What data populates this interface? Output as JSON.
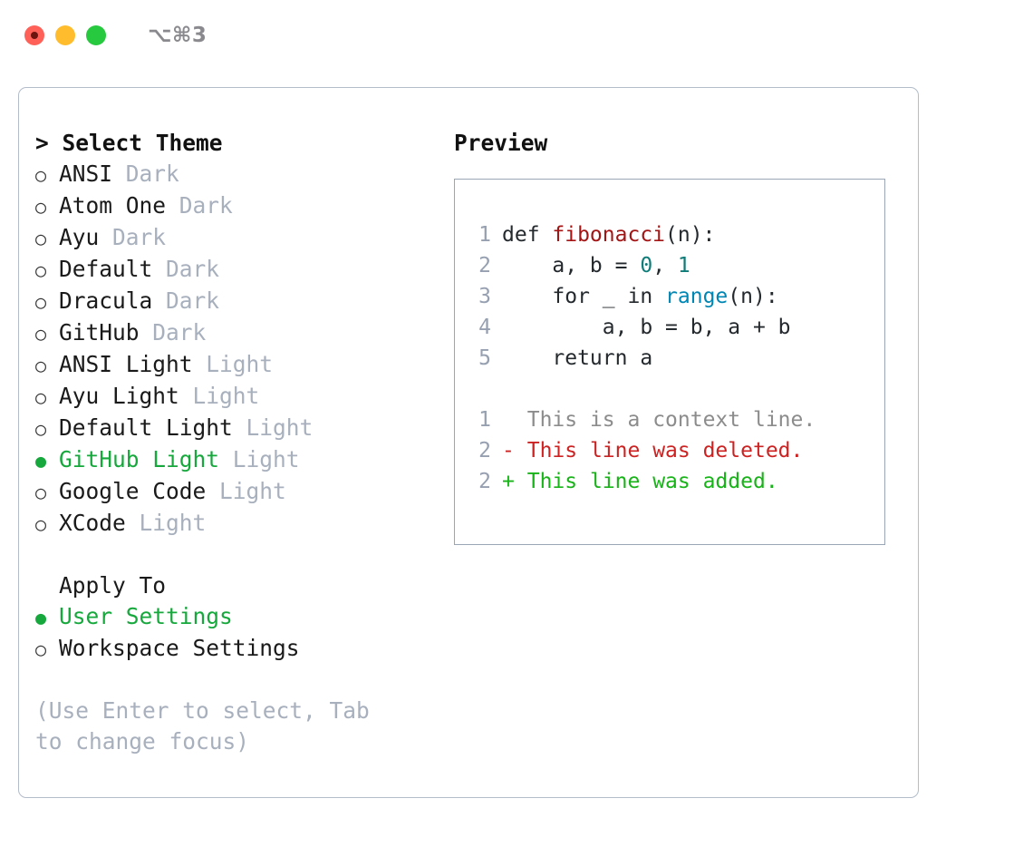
{
  "window": {
    "title": "⌥⌘3",
    "traffic_lights": [
      {
        "name": "close",
        "color": "#FF6159"
      },
      {
        "name": "minimize",
        "color": "#FFBD2E"
      },
      {
        "name": "maximize",
        "color": "#27C93F"
      }
    ]
  },
  "theme_picker": {
    "header": "> Select Theme",
    "selected_bullet": "●",
    "unselected_bullet": "○",
    "accent_color": "#16A83C",
    "muted_color": "#a8b0bd",
    "options": [
      {
        "bullet": "○",
        "label": "ANSI",
        "variant": "Dark",
        "selected": false
      },
      {
        "bullet": "○",
        "label": "Atom One",
        "variant": "Dark",
        "selected": false
      },
      {
        "bullet": "○",
        "label": "Ayu",
        "variant": "Dark",
        "selected": false
      },
      {
        "bullet": "○",
        "label": "Default",
        "variant": "Dark",
        "selected": false
      },
      {
        "bullet": "○",
        "label": "Dracula",
        "variant": "Dark",
        "selected": false
      },
      {
        "bullet": "○",
        "label": "GitHub",
        "variant": "Dark",
        "selected": false
      },
      {
        "bullet": "○",
        "label": "ANSI Light",
        "variant": "Light",
        "selected": false
      },
      {
        "bullet": "○",
        "label": "Ayu Light",
        "variant": "Light",
        "selected": false
      },
      {
        "bullet": "○",
        "label": "Default Light",
        "variant": "Light",
        "selected": false
      },
      {
        "bullet": "●",
        "label": "GitHub Light",
        "variant": "Light",
        "selected": true
      },
      {
        "bullet": "○",
        "label": "Google Code",
        "variant": "Light",
        "selected": false
      },
      {
        "bullet": "○",
        "label": "XCode",
        "variant": "Light",
        "selected": false
      }
    ]
  },
  "apply_to": {
    "label": "Apply To",
    "options": [
      {
        "bullet": "●",
        "label": "User Settings",
        "selected": true
      },
      {
        "bullet": "○",
        "label": "Workspace Settings",
        "selected": false
      }
    ]
  },
  "hint": "(Use Enter to select, Tab to change focus)",
  "preview": {
    "title": "Preview",
    "code_lines": [
      {
        "lineno": "1",
        "tokens": [
          {
            "text": "def ",
            "type": "kw"
          },
          {
            "text": "fibonacci",
            "type": "fn"
          },
          {
            "text": "(n):",
            "type": "plain"
          }
        ]
      },
      {
        "lineno": "2",
        "tokens": [
          {
            "text": "    a, b = ",
            "type": "plain"
          },
          {
            "text": "0",
            "type": "num"
          },
          {
            "text": ", ",
            "type": "plain"
          },
          {
            "text": "1",
            "type": "num"
          }
        ]
      },
      {
        "lineno": "3",
        "tokens": [
          {
            "text": "    for ",
            "type": "kw"
          },
          {
            "text": "_ ",
            "type": "plain"
          },
          {
            "text": "in ",
            "type": "kw"
          },
          {
            "text": "range",
            "type": "builtin"
          },
          {
            "text": "(n):",
            "type": "plain"
          }
        ]
      },
      {
        "lineno": "4",
        "tokens": [
          {
            "text": "        a, b = b, a + b",
            "type": "plain"
          }
        ]
      },
      {
        "lineno": "5",
        "tokens": [
          {
            "text": "    return a",
            "type": "plain"
          }
        ]
      }
    ],
    "diff_lines": [
      {
        "lineno": "1",
        "marker": " ",
        "text": "This is a context line.",
        "kind": "context"
      },
      {
        "lineno": "2",
        "marker": "-",
        "text": "This line was deleted.",
        "kind": "del"
      },
      {
        "lineno": "2",
        "marker": "+",
        "text": "This line was added.",
        "kind": "add"
      }
    ],
    "colors": {
      "function": "#A31515",
      "number": "#0E7C78",
      "builtin": "#0086B3",
      "text": "#24292e",
      "lineno": "#96a0b0",
      "diff_context": "#8c8c8c",
      "diff_delete": "#CC2222",
      "diff_add": "#18B318",
      "border": "#9aa6b5"
    }
  }
}
